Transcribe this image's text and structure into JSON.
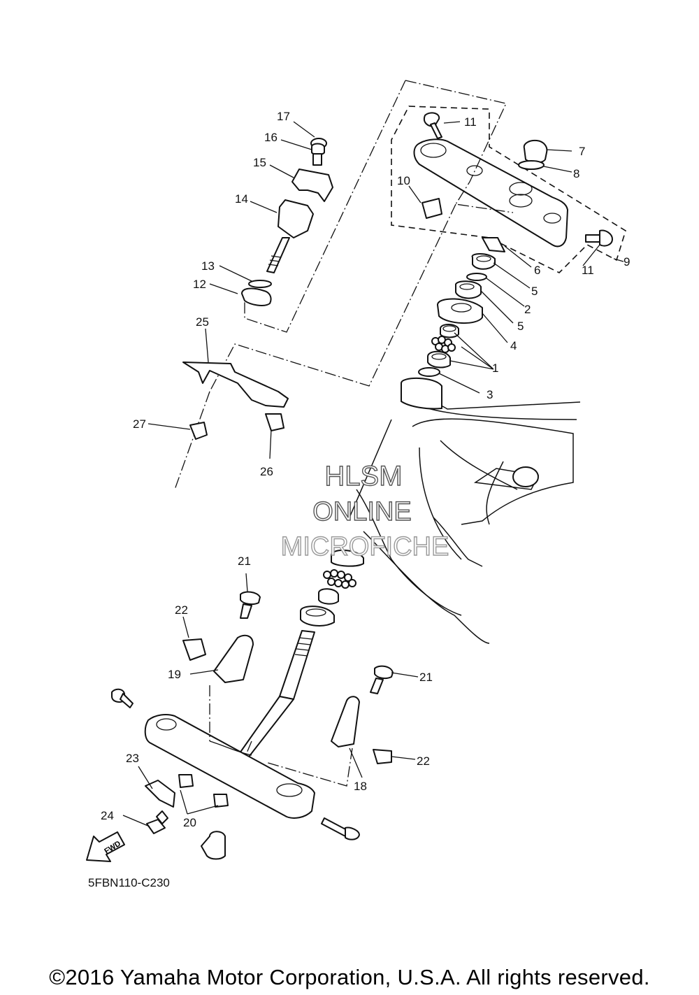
{
  "watermark": {
    "line1": "HLSM",
    "line2": "ONLINE",
    "line3": "MICROFICHE"
  },
  "diagram_code": "5FBN110-C230",
  "fwd_label": "FWD",
  "copyright": "©2016 Yamaha Motor Corporation, U.S.A. All rights reserved.",
  "callouts": {
    "c1": "1",
    "c2": "2",
    "c3": "3",
    "c4": "4",
    "c5a": "5",
    "c5b": "5",
    "c6": "6",
    "c7": "7",
    "c8": "8",
    "c9": "9",
    "c10": "10",
    "c11a": "11",
    "c11b": "11",
    "c12": "12",
    "c13": "13",
    "c14": "14",
    "c15": "15",
    "c16": "16",
    "c17": "17",
    "c18": "18",
    "c19": "19",
    "c20": "20",
    "c21a": "21",
    "c21b": "21",
    "c22a": "22",
    "c22b": "22",
    "c23": "23",
    "c24": "24",
    "c25": "25",
    "c26": "26",
    "c27": "27"
  }
}
